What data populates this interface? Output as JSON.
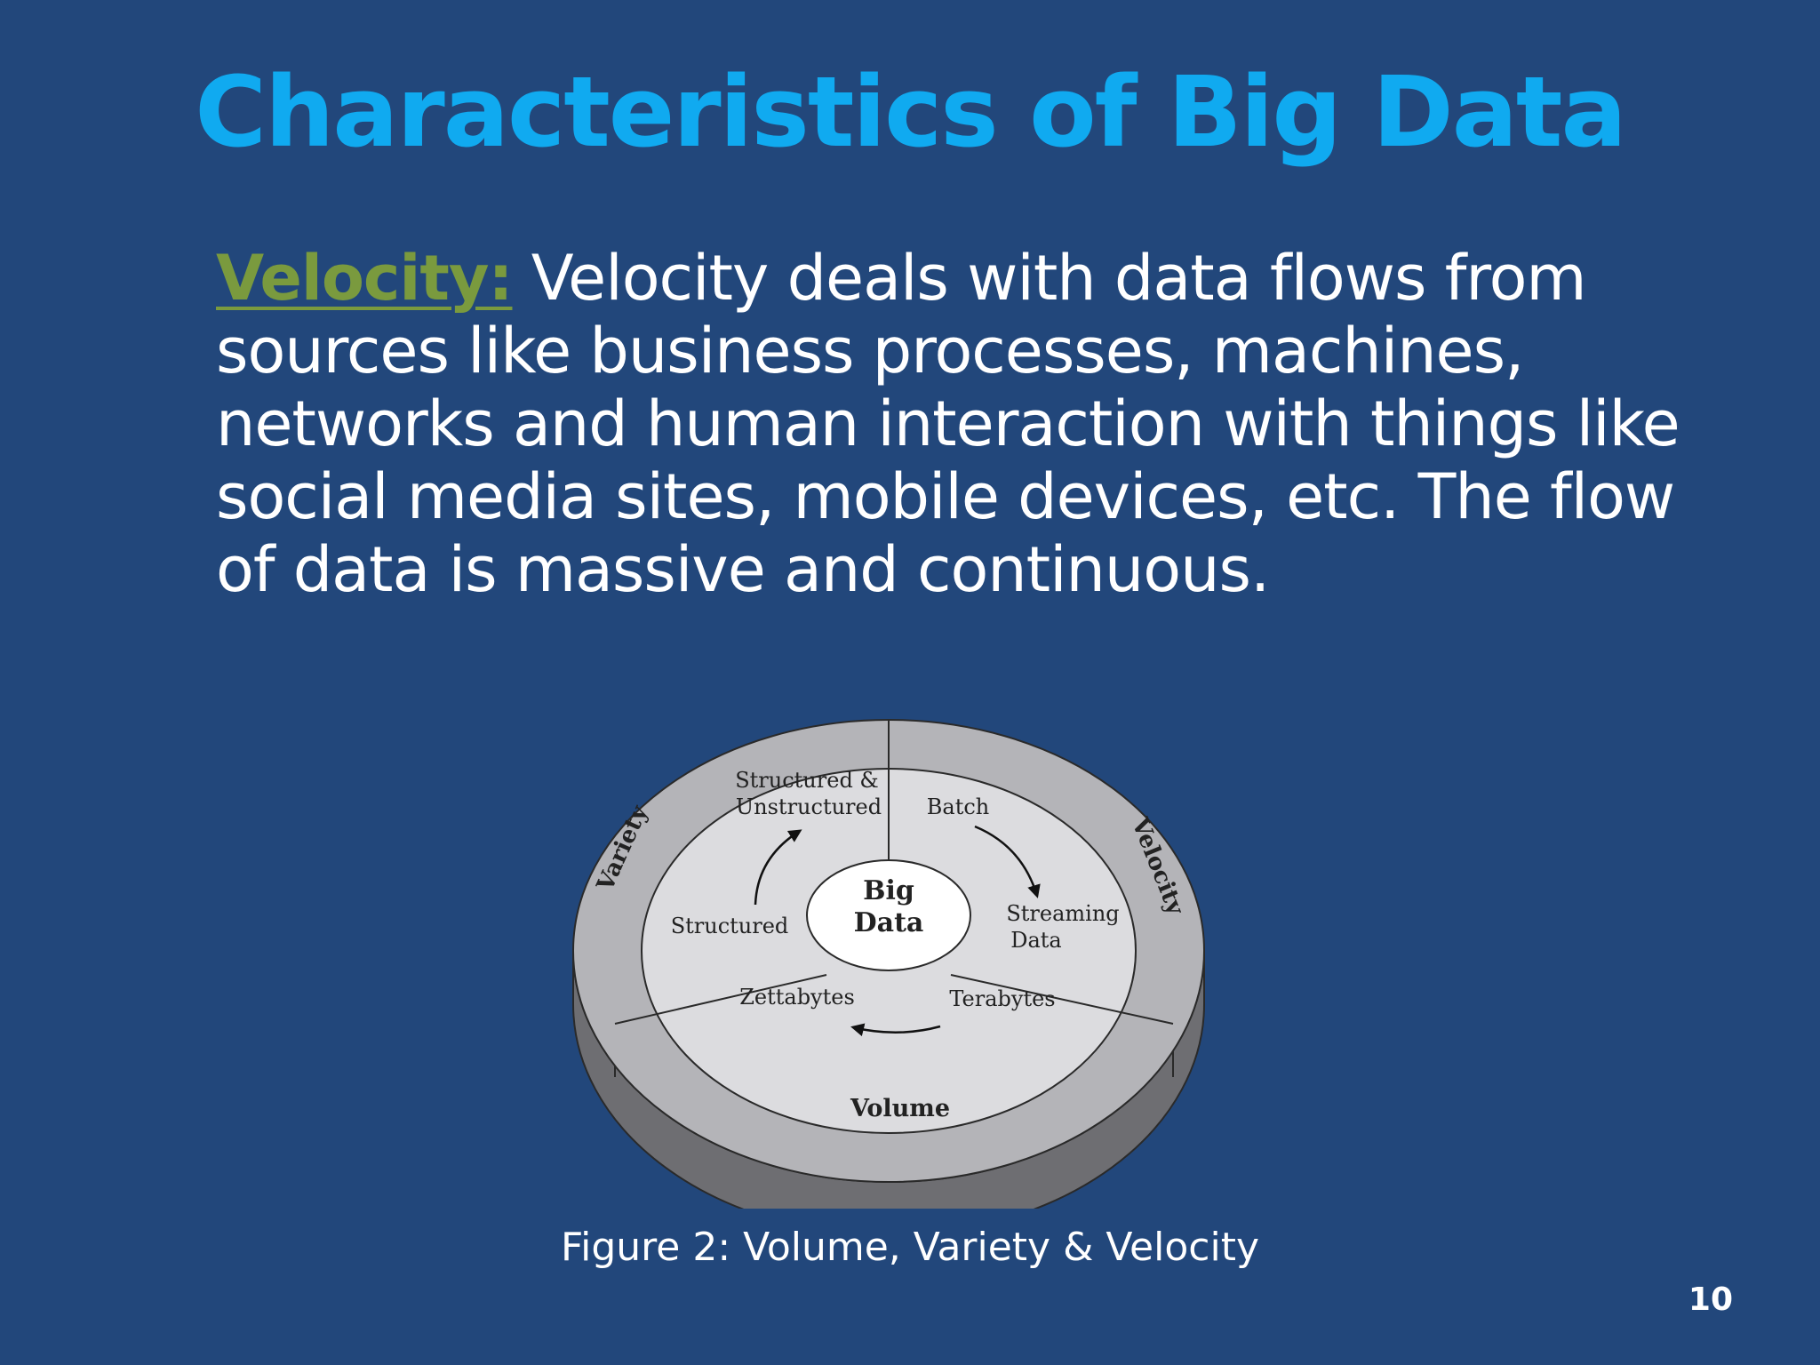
{
  "slide": {
    "title": "Characteristics of Big Data",
    "term": "Velocity:",
    "description": " Velocity deals with data flows from sources like business processes, machines, networks and human interaction with things like social media sites, mobile devices, etc. The flow of data is massive and continuous.",
    "caption": "Figure 2: Volume, Variety & Velocity",
    "page_number": "10"
  },
  "diagram": {
    "center": [
      "Big",
      "Data"
    ],
    "outer_labels": {
      "variety": "Variety",
      "velocity": "Velocity",
      "volume": "Volume"
    },
    "variety_items": {
      "top": [
        "Structured &",
        "Unstructured"
      ],
      "bottom": "Structured"
    },
    "velocity_items": {
      "top": "Batch",
      "bottom": [
        "Streaming",
        "Data"
      ]
    },
    "volume_items": {
      "right": "Terabytes",
      "left": "Zettabytes"
    }
  },
  "colors": {
    "background": "#22477b",
    "title": "#10aaf0",
    "term": "#7a9a3e",
    "text": "#ffffff"
  }
}
